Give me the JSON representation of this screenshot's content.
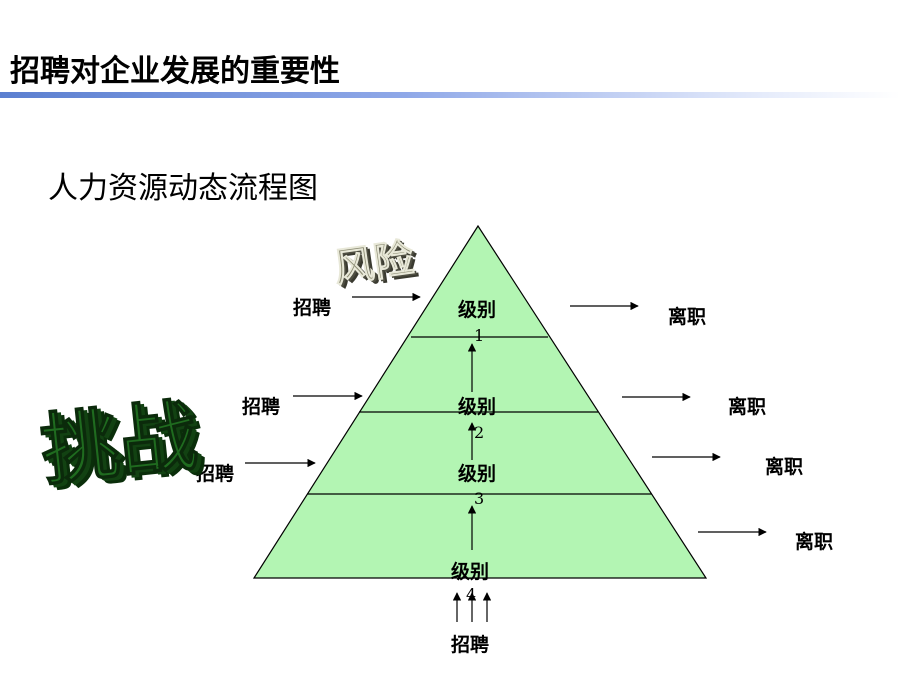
{
  "header": {
    "title": "招聘对企业发展的重要性",
    "subtitle": "人力资源动态流程图"
  },
  "pyramid": {
    "fill_color": "#b3f5b3",
    "levels": [
      {
        "label": "级别",
        "number": "1"
      },
      {
        "label": "级别",
        "number": "2"
      },
      {
        "label": "级别",
        "number": "3"
      },
      {
        "label": "级别",
        "number": "4"
      }
    ]
  },
  "recruit_labels": [
    "招聘",
    "招聘",
    "招聘",
    "招聘"
  ],
  "leave_labels": [
    "离职",
    "离职",
    "离职",
    "离职"
  ],
  "stamps": {
    "small": "风险",
    "large": "挑战",
    "large_color": "#1f6b1f",
    "small_color": "#6f6f5a"
  }
}
